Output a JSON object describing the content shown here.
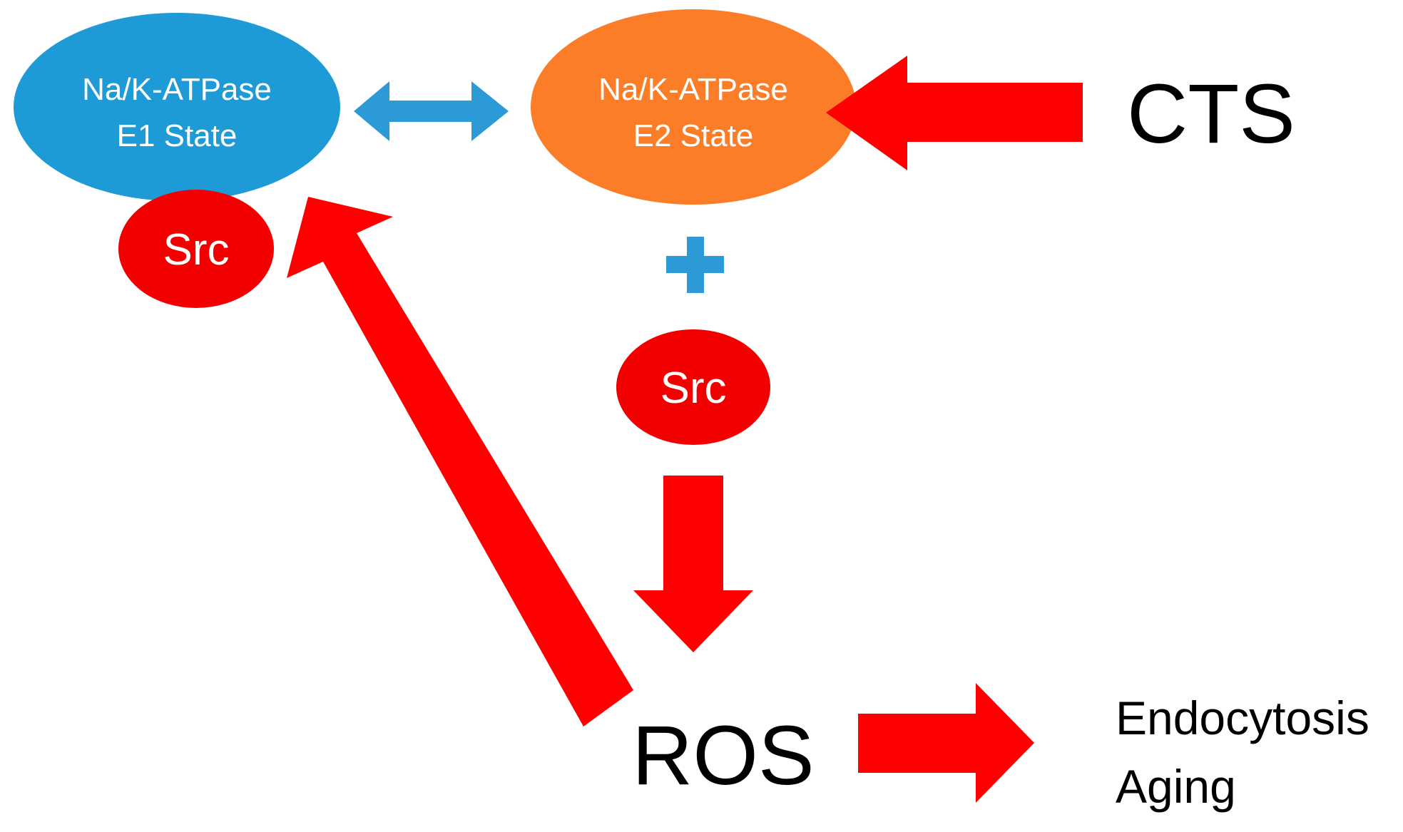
{
  "colors": {
    "e1_fill": "#1E9AD6",
    "e2_fill": "#FB7D27",
    "src_fill": "#F20000",
    "arrow_red": "#FF0000",
    "arrow_blue": "#2C9AD6",
    "text_dark": "#000000",
    "text_light": "#FFFFFF"
  },
  "nodes": {
    "e1": {
      "line1": "Na/K-ATPase",
      "line2": "E1 State"
    },
    "e2": {
      "line1": "Na/K-ATPase",
      "line2": "E2 State"
    },
    "src_e1": "Src",
    "src_mid": "Src"
  },
  "labels": {
    "cts": "CTS",
    "ros": "ROS",
    "outcome_line1": "Endocytosis",
    "outcome_line2": "Aging"
  },
  "icons": {
    "bidirectional": "double-headed-arrow-icon",
    "plus": "plus-icon"
  }
}
